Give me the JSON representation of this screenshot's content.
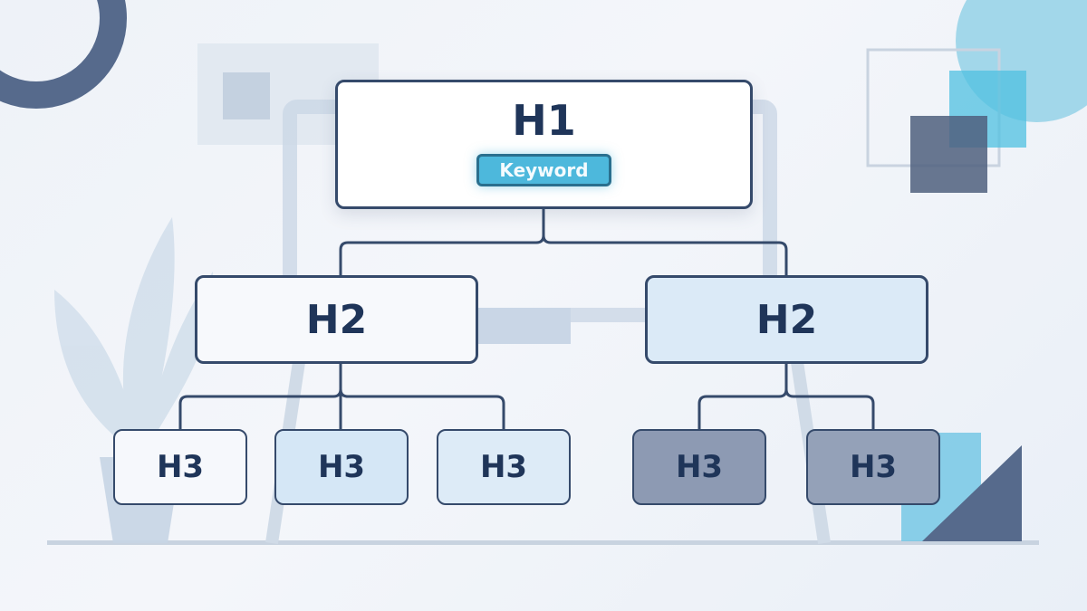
{
  "colors": {
    "line": "#354a6b",
    "keyword": "#4db8dc",
    "text": "#1f3559"
  },
  "tree": {
    "h1": {
      "label": "H1",
      "keyword": "Keyword"
    },
    "h2": [
      {
        "label": "H2"
      },
      {
        "label": "H2"
      }
    ],
    "h3": [
      {
        "label": "H3"
      },
      {
        "label": "H3"
      },
      {
        "label": "H3"
      },
      {
        "label": "H3"
      },
      {
        "label": "H3"
      }
    ]
  }
}
